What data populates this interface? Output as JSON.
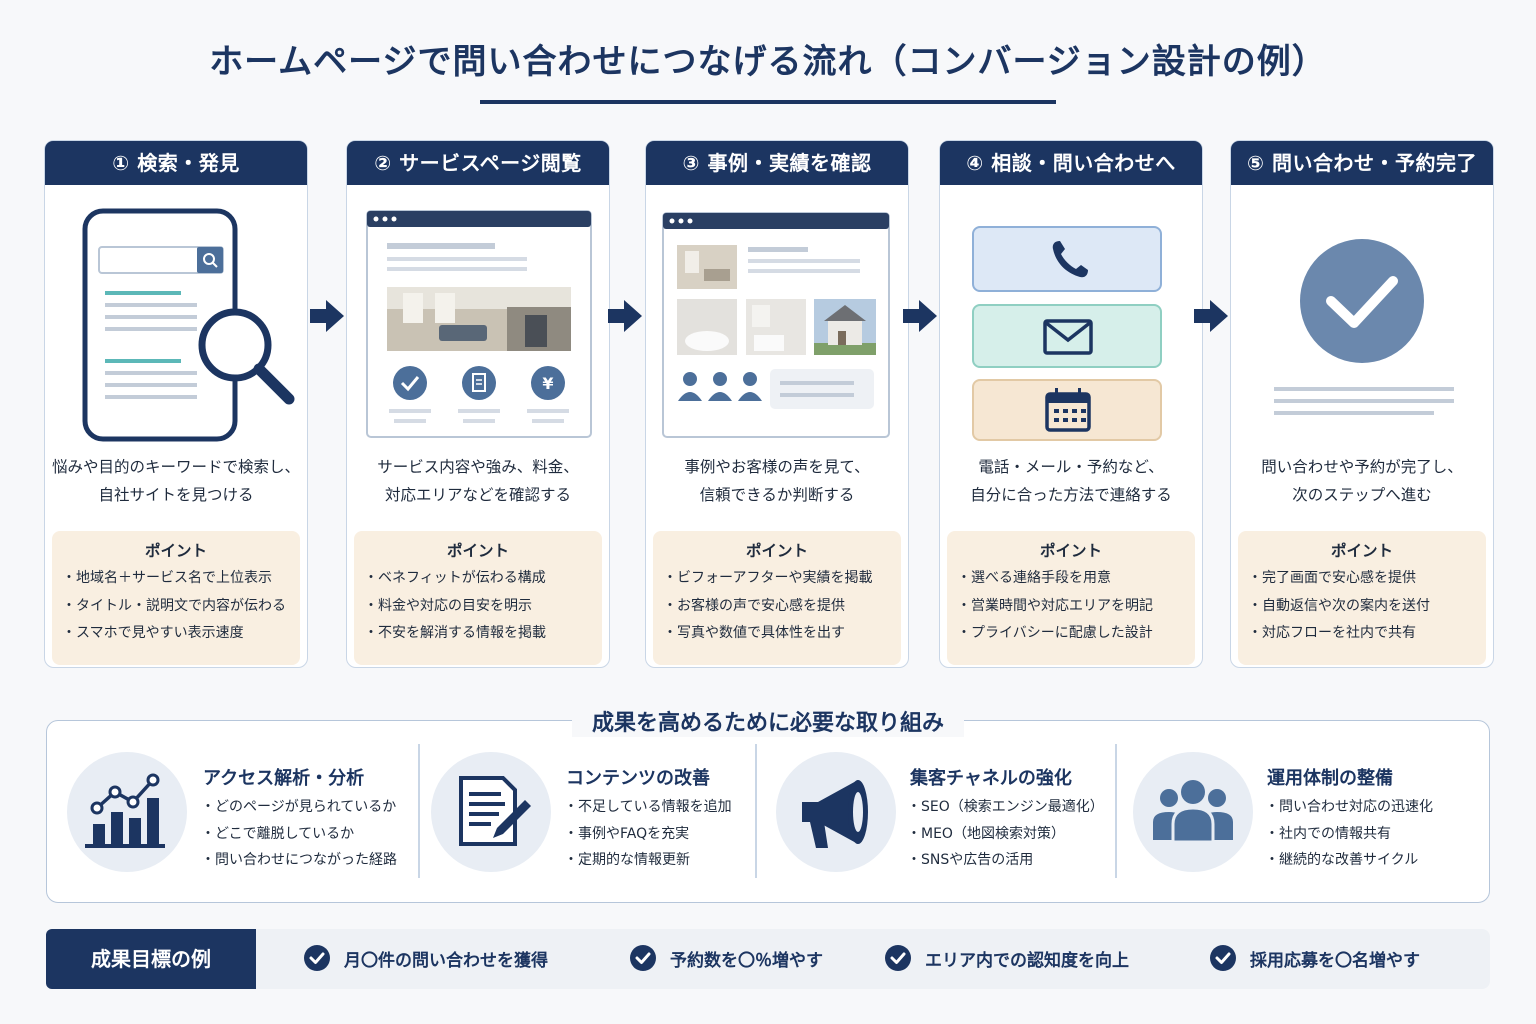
{
  "title": "ホームページで問い合わせにつなげる流れ（コンバージョン設計の例）",
  "colors": {
    "navy": "#1c3561",
    "point_bg": "#f9efe1",
    "icon_blue": "#4c6f9a"
  },
  "steps": [
    {
      "label": "① 検索・発見",
      "desc1": "悩みや目的のキーワードで検索し、",
      "desc2": "自社サイトを見つける",
      "point_title": "ポイント",
      "points": [
        "地域名＋サービス名で上位表示",
        "タイトル・説明文で内容が伝わる",
        "スマホで見やすい表示速度"
      ],
      "icon": "phone-search-illustration"
    },
    {
      "label": "② サービスページ閲覧",
      "desc1": "サービス内容や強み、料金、",
      "desc2": "対応エリアなどを確認する",
      "point_title": "ポイント",
      "points": [
        "ベネフィットが伝わる構成",
        "料金や対応の目安を明示",
        "不安を解消する情報を掲載"
      ],
      "icon": "browser-service-illustration"
    },
    {
      "label": "③ 事例・実績を確認",
      "desc1": "事例やお客様の声を見て、",
      "desc2": "信頼できるか判断する",
      "point_title": "ポイント",
      "points": [
        "ビフォーアフターや実績を掲載",
        "お客様の声で安心感を提供",
        "写真や数値で具体性を出す"
      ],
      "icon": "browser-cases-illustration"
    },
    {
      "label": "④ 相談・問い合わせへ",
      "desc1": "電話・メール・予約など、",
      "desc2": "自分に合った方法で連絡する",
      "point_title": "ポイント",
      "points": [
        "選べる連絡手段を用意",
        "営業時間や対応エリアを明記",
        "プライバシーに配慮した設計"
      ],
      "icon": "contact-methods-illustration"
    },
    {
      "label": "⑤ 問い合わせ・予約完了",
      "desc1": "問い合わせや予約が完了し、",
      "desc2": "次のステップへ進む",
      "point_title": "ポイント",
      "points": [
        "完了画面で安心感を提供",
        "自動返信や次の案内を送付",
        "対応フローを社内で共有"
      ],
      "icon": "check-complete-illustration"
    }
  ],
  "efforts_title": "成果を高めるために必要な取り組み",
  "efforts": [
    {
      "title": "アクセス解析・分析",
      "items": [
        "どのページが見られているか",
        "どこで離脱しているか",
        "問い合わせにつながった経路"
      ],
      "icon": "bar-chart-icon"
    },
    {
      "title": "コンテンツの改善",
      "items": [
        "不足している情報を追加",
        "事例やFAQを充実",
        "定期的な情報更新"
      ],
      "icon": "document-edit-icon"
    },
    {
      "title": "集客チャネルの強化",
      "items": [
        "SEO（検索エンジン最適化）",
        "MEO（地図検索対策）",
        "SNSや広告の活用"
      ],
      "icon": "megaphone-icon"
    },
    {
      "title": "運用体制の整備",
      "items": [
        "問い合わせ対応の迅速化",
        "社内での情報共有",
        "継続的な改善サイクル"
      ],
      "icon": "team-icon"
    }
  ],
  "goals_title": "成果目標の例",
  "goals": [
    "月〇件の問い合わせを獲得",
    "予約数を〇％増やす",
    "エリア内での認知度を向上",
    "採用応募を〇名増やす"
  ]
}
